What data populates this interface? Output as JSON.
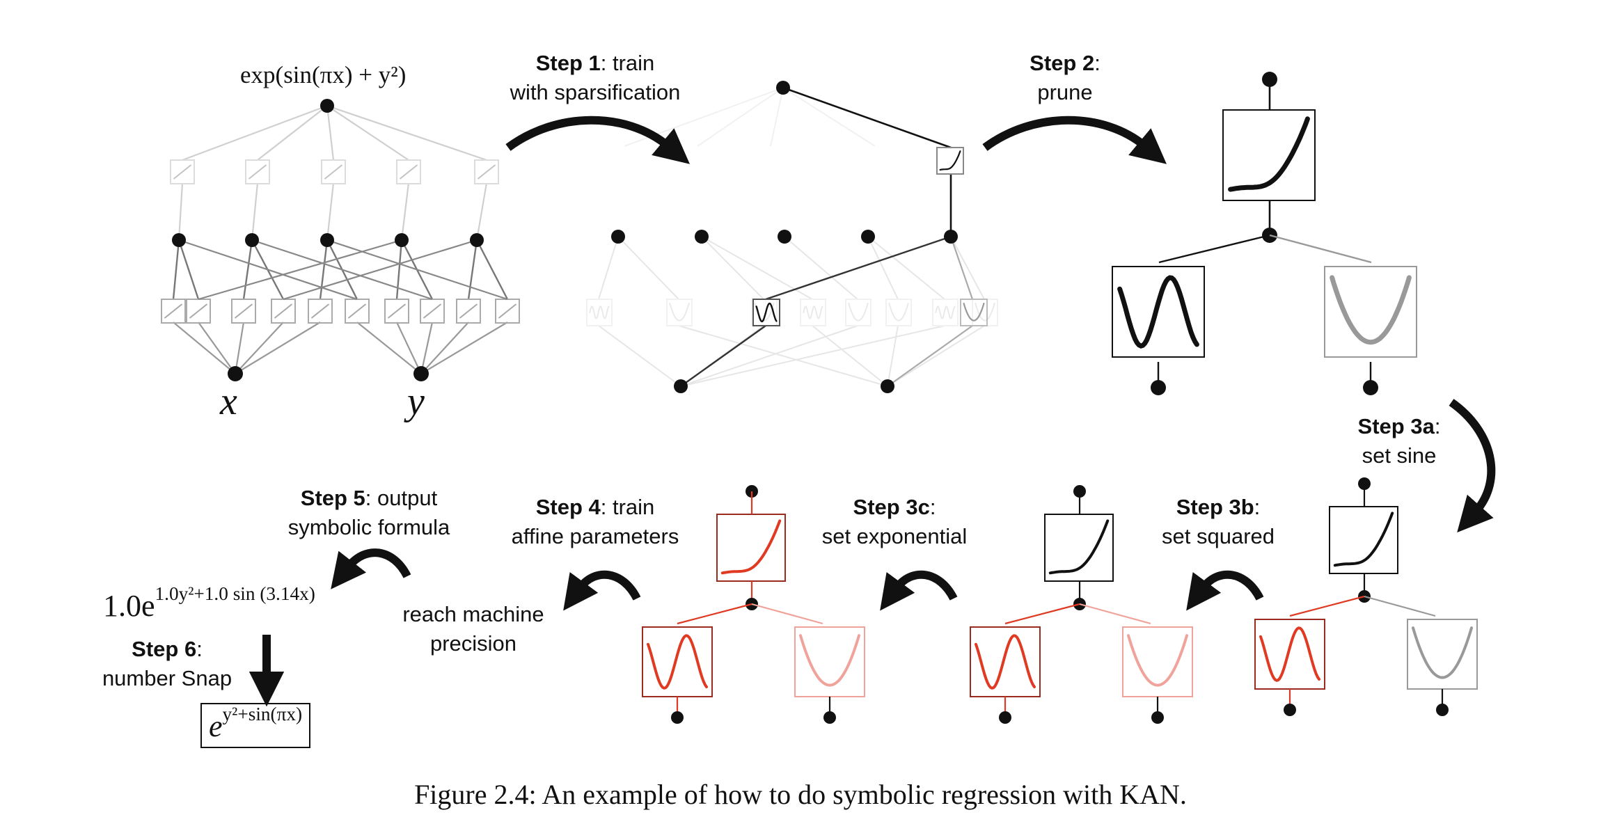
{
  "diagram": {
    "top_formula": "exp(sin(πx) + y²)",
    "input_x": "x",
    "input_y": "y",
    "steps": [
      {
        "id": "step1",
        "bold": "Step 1",
        "text_line1": ": train",
        "text_line2": "with sparsification"
      },
      {
        "id": "step2",
        "bold": "Step 2",
        "text_line1": ":",
        "text_line2": "prune"
      },
      {
        "id": "step3a",
        "bold": "Step 3a",
        "text_line1": ":",
        "text_line2": "set sine"
      },
      {
        "id": "step3b",
        "bold": "Step 3b",
        "text_line1": ":",
        "text_line2": "set squared"
      },
      {
        "id": "step3c",
        "bold": "Step 3c",
        "text_line1": ":",
        "text_line2": "set exponential"
      },
      {
        "id": "step4",
        "bold": "Step 4",
        "text_line1": ": train",
        "text_line2": "affine parameters"
      },
      {
        "id": "step5",
        "bold": "Step 5",
        "text_line1": ": output",
        "text_line2": "symbolic formula"
      },
      {
        "id": "step6",
        "bold": "Step 6",
        "text_line1": ":",
        "text_line2": "number Snap"
      }
    ],
    "reach_line1": "reach machine",
    "reach_line2": "precision",
    "formula_output": {
      "prefix": "1.0e",
      "exponent": "1.0y²+1.0 sin (3.14x)"
    },
    "formula_final": {
      "base": "e",
      "exponent": "y²+sin(πx)"
    },
    "colors": {
      "ink": "#111111",
      "faded": "#d6d6d6",
      "gray": "#9a9a9a",
      "red": "#e03a22",
      "light_red": "#f0a39b"
    }
  },
  "caption": "Figure 2.4: An example of how to do symbolic regression with KAN."
}
